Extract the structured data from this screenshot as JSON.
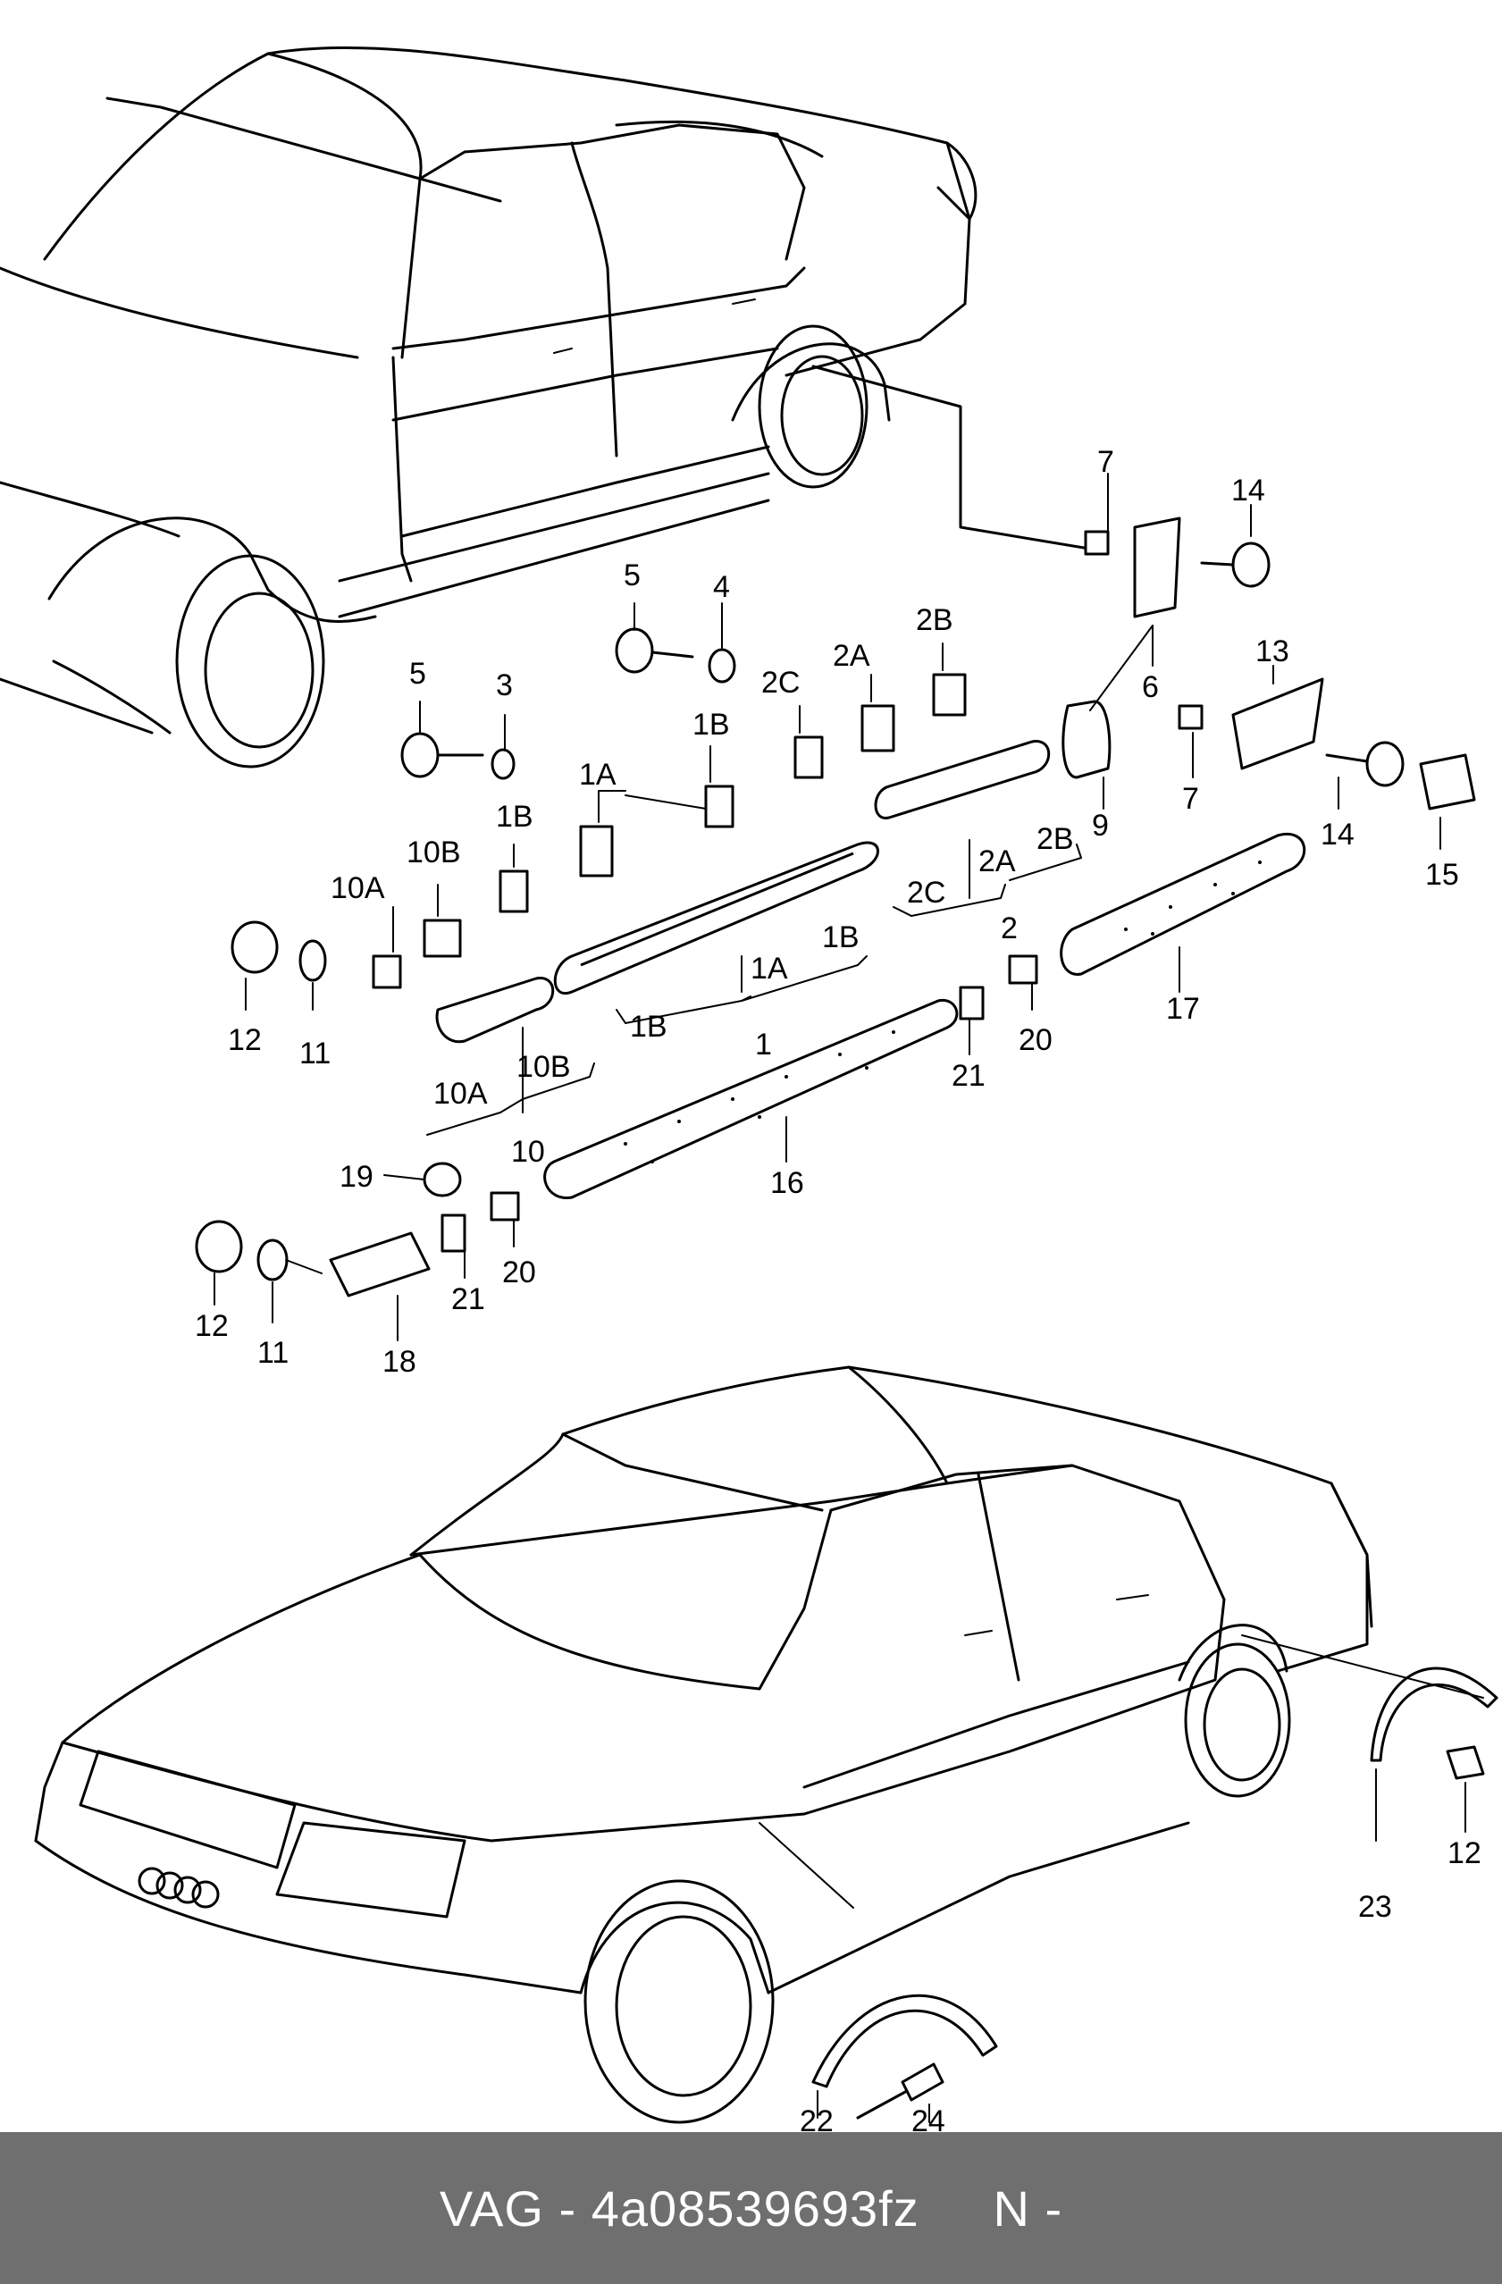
{
  "diagram": {
    "labels": [
      {
        "id": "l7a",
        "text": "7"
      },
      {
        "id": "l14a",
        "text": "14"
      },
      {
        "id": "l5a",
        "text": "5"
      },
      {
        "id": "l4",
        "text": "4"
      },
      {
        "id": "l2b_top",
        "text": "2B"
      },
      {
        "id": "l2a_top",
        "text": "2A"
      },
      {
        "id": "l2c_top",
        "text": "2C"
      },
      {
        "id": "l6",
        "text": "6"
      },
      {
        "id": "l13",
        "text": "13"
      },
      {
        "id": "l5b",
        "text": "5"
      },
      {
        "id": "l3",
        "text": "3"
      },
      {
        "id": "l1b_top",
        "text": "1B"
      },
      {
        "id": "l9",
        "text": "9"
      },
      {
        "id": "l7b",
        "text": "7"
      },
      {
        "id": "l1a_top",
        "text": "1A"
      },
      {
        "id": "l1b_mid",
        "text": "1B"
      },
      {
        "id": "l10b_top",
        "text": "10B"
      },
      {
        "id": "l10a_top",
        "text": "10A"
      },
      {
        "id": "l2b_br",
        "text": "2B"
      },
      {
        "id": "l2a_br",
        "text": "2A"
      },
      {
        "id": "l2c_br",
        "text": "2C"
      },
      {
        "id": "l2",
        "text": "2"
      },
      {
        "id": "l14b",
        "text": "14"
      },
      {
        "id": "l15",
        "text": "15"
      },
      {
        "id": "l1b_br",
        "text": "1B"
      },
      {
        "id": "l1a_br",
        "text": "1A"
      },
      {
        "id": "l1",
        "text": "1"
      },
      {
        "id": "l1b_low",
        "text": "1B"
      },
      {
        "id": "l12a",
        "text": "12"
      },
      {
        "id": "l11a",
        "text": "11"
      },
      {
        "id": "l17",
        "text": "17"
      },
      {
        "id": "l20a",
        "text": "20"
      },
      {
        "id": "l21a",
        "text": "21"
      },
      {
        "id": "l10b_br",
        "text": "10B"
      },
      {
        "id": "l10a_br",
        "text": "10A"
      },
      {
        "id": "l10",
        "text": "10"
      },
      {
        "id": "l19",
        "text": "19"
      },
      {
        "id": "l16",
        "text": "16"
      },
      {
        "id": "l20b",
        "text": "20"
      },
      {
        "id": "l21b",
        "text": "21"
      },
      {
        "id": "l12b",
        "text": "12"
      },
      {
        "id": "l11b",
        "text": "11"
      },
      {
        "id": "l18",
        "text": "18"
      },
      {
        "id": "l12c",
        "text": "12"
      },
      {
        "id": "l23",
        "text": "23"
      },
      {
        "id": "l22",
        "text": "22"
      },
      {
        "id": "l24",
        "text": "24"
      }
    ]
  },
  "footer": {
    "brand": "VAG",
    "sep": " - ",
    "part_number": "4a08539693fz",
    "gap": "     ",
    "note": "N -"
  }
}
